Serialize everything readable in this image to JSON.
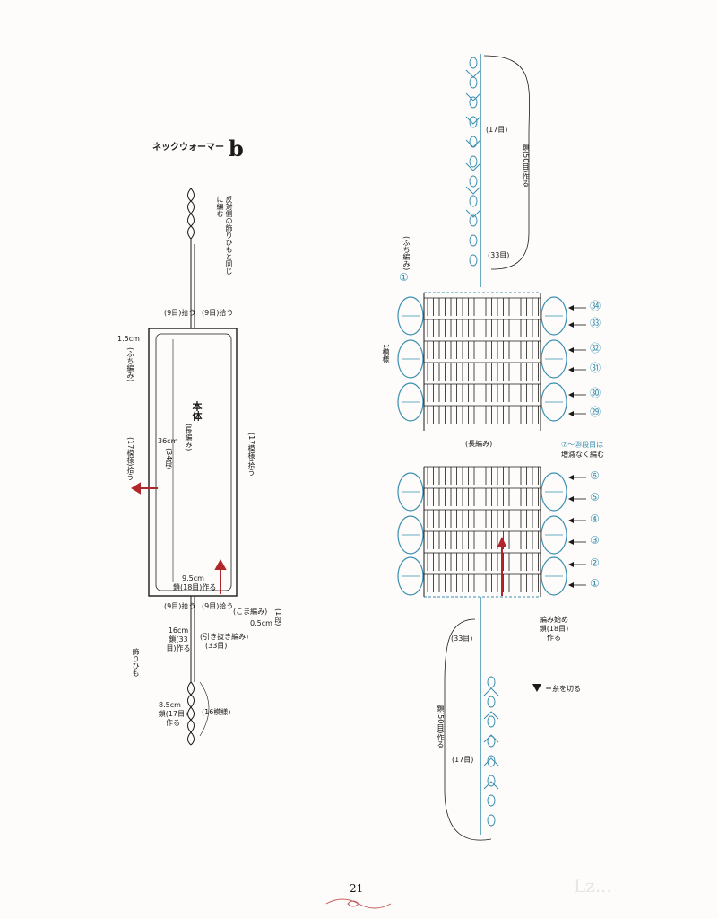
{
  "title": "ネックウォーマー",
  "title_letter": "b",
  "page_number": "21",
  "watermark": "Lz...",
  "left": {
    "reverse_note": "反対側の飾りひもと同じに編む",
    "pick_9_a": "(9目)拾う",
    "pick_9_b": "(9目)拾う",
    "border_1_5": "1.5cm",
    "fuchi": "(ふち編み)",
    "left_side": "(17模様)拾う",
    "right_side": "(17模様)拾う",
    "body_label": "本体",
    "body_stitch": "(長編み)",
    "height_36": "36cm",
    "rows_34": "(34段)",
    "base_width": "9.5cm",
    "base_chain": "鎖(18目)作る",
    "bottom_pick_a": "(9目)拾う",
    "bottom_pick_b": "(9目)拾う",
    "koma": "(こま編み)",
    "row_1": "(1段)",
    "cm_0_5": "0.5cm",
    "hiki": "(引き抜き編み)",
    "pick_33": "(33目)",
    "cm_16": "16cm",
    "chain_33": "鎖(33目)作る",
    "kazari": "飾りひも",
    "cm_8_5": "8.5cm",
    "chain_17": "鎖(17目)作る",
    "pattern_16": "(16模様)"
  },
  "right": {
    "top_17": "(17目)",
    "top_50": "鎖(50目)作る",
    "top_33": "(33目)",
    "fuchi_label": "(ふち編み)",
    "start_circle": "①",
    "one_pattern": "1模様",
    "center_label": "(長編み)",
    "rows_note_a": "⑦～㉘段目は",
    "rows_note_b": "増減なく編む",
    "rows_top": [
      "㉞",
      "㉝",
      "㉜",
      "㉛",
      "㉚",
      "㉙"
    ],
    "rows_bottom": [
      "⑥",
      "⑤",
      "④",
      "③",
      "②",
      "①"
    ],
    "start_note": "編み始め鎖(18目)作る",
    "bottom_33": "(33目)",
    "bottom_50": "鎖(50目)作る",
    "bottom_17": "(17目)",
    "cut_legend": "＝糸を切る"
  },
  "colors": {
    "stitch": "#3a8fb0",
    "arrow": "#b0262a",
    "ink": "#1a1a1a"
  }
}
